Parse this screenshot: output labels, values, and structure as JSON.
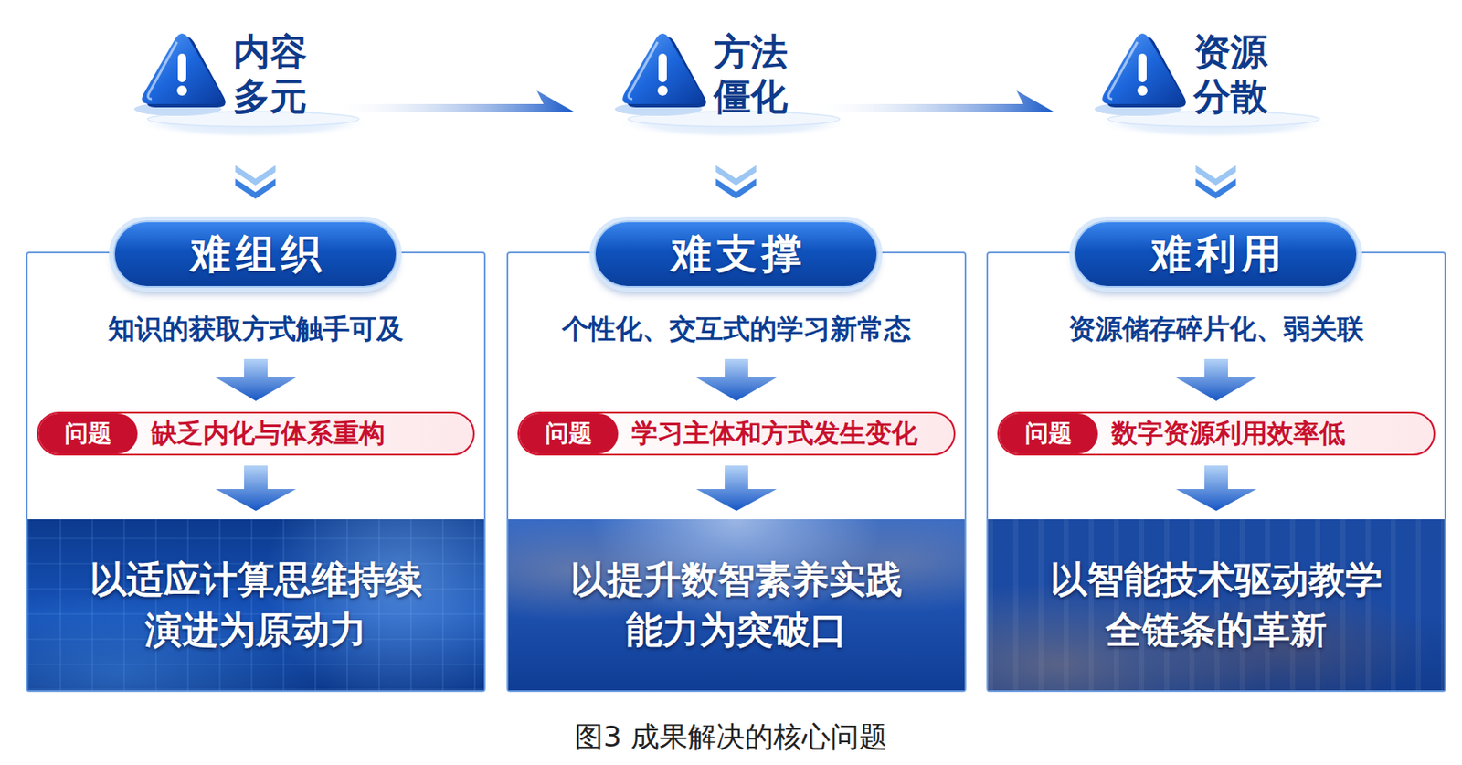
{
  "diagram": {
    "caption": "图3 成果解决的核心问题",
    "nodes": [
      {
        "text": [
          "内容 多元"
        ]
      },
      {
        "text": [
          "方法 僵化"
        ]
      },
      {
        "text": [
          "资源 分散"
        ]
      },
      {
        "text": [
          "知识的获取方式触手可及"
        ]
      },
      {
        "text": [
          "难组织"
        ],
        "in": 3
      },
      {
        "text": [
          "问题",
          "缺乏内化与体系重构"
        ],
        "in": 3
      },
      {
        "text": [
          "以适应计算思维持续演进为原动力"
        ],
        "in": 3
      },
      {
        "text": [
          "个性化、交互式的学习新常态"
        ]
      },
      {
        "text": [
          "难支撑"
        ],
        "in": 7
      },
      {
        "text": [
          "问题",
          "学习主体和方式发生变化"
        ],
        "in": 7
      },
      {
        "text": [
          "以提升数智素养实践能力为突破口"
        ],
        "in": 7
      },
      {
        "text": [
          "资源储存碎片化、弱关联"
        ]
      },
      {
        "text": [
          "难利用"
        ],
        "in": 11
      },
      {
        "text": [
          "问题",
          "数字资源利用效率低"
        ],
        "in": 11
      },
      {
        "text": [
          "以智能技术驱动教学全链条的革新"
        ],
        "in": 11
      }
    ],
    "edges": [
      {
        "from": 0,
        "to": 1,
        "arrow": "to"
      },
      {
        "from": 1,
        "to": 2,
        "arrow": "to"
      },
      {
        "from": 0,
        "to": 4,
        "arrow": "to"
      },
      {
        "from": 1,
        "to": 8,
        "arrow": "to"
      },
      {
        "from": 2,
        "to": 12,
        "arrow": "to"
      },
      {
        "from": 5,
        "to": 6,
        "arrow": "to"
      },
      {
        "from": 9,
        "to": 10,
        "arrow": "to"
      },
      {
        "from": 13,
        "to": 14,
        "arrow": "to"
      }
    ]
  }
}
